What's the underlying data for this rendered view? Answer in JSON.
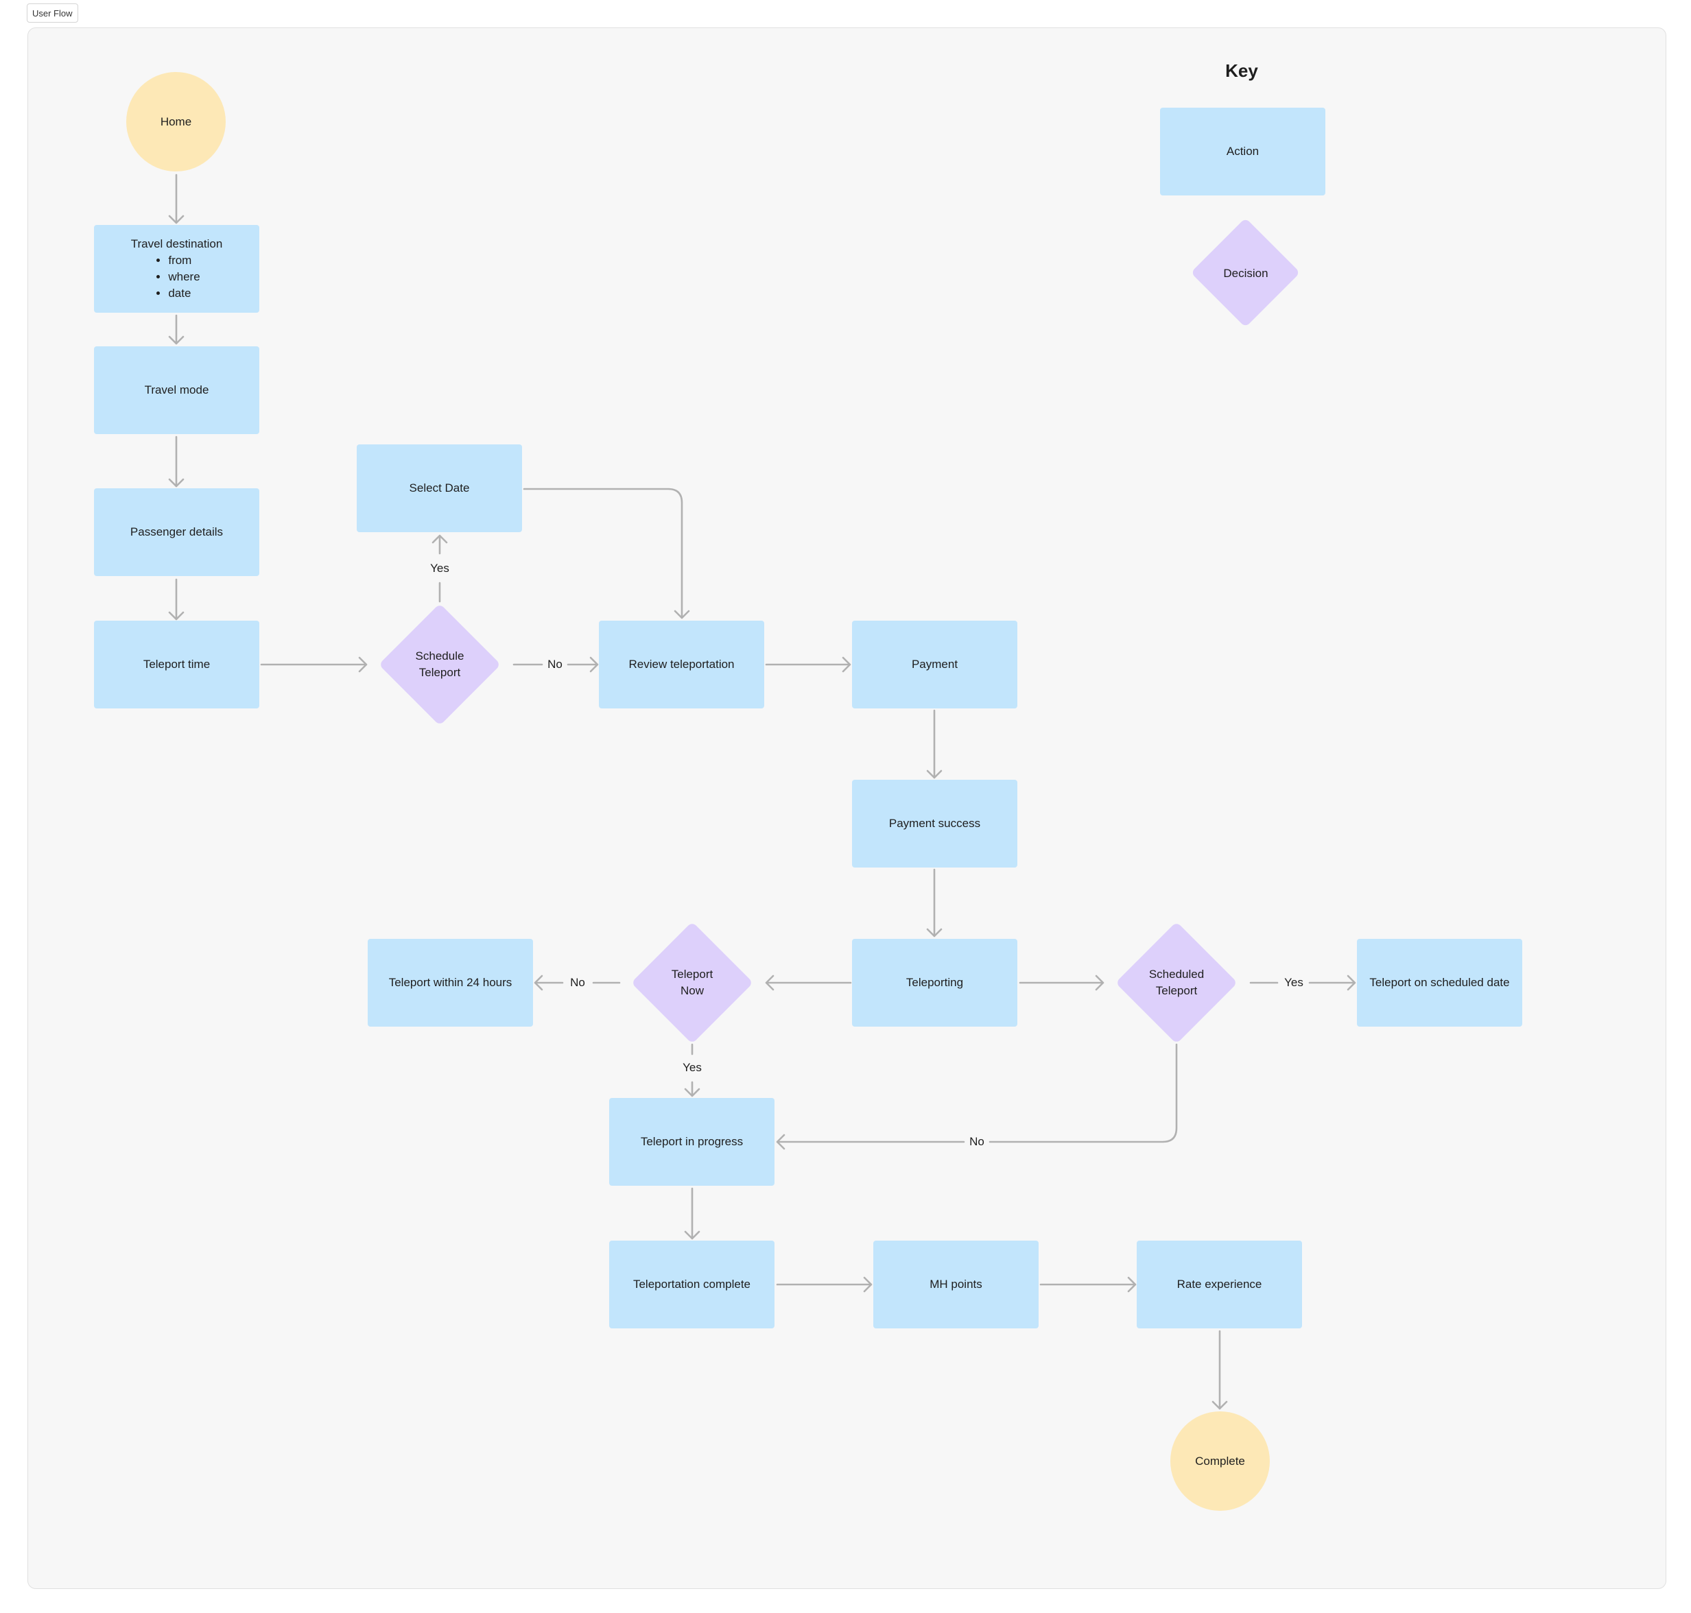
{
  "frame": {
    "label": "User Flow"
  },
  "key": {
    "title": "Key",
    "action_label": "Action",
    "decision_label": "Decision"
  },
  "colors": {
    "action": "#c2e5fc",
    "decision": "#ddd0fb",
    "terminal": "#fde8b6",
    "connector": "#b1b1b1",
    "canvas": "#f7f7f7"
  },
  "nodes": {
    "home": "Home",
    "travel_destination": {
      "title": "Travel destination",
      "items": [
        "from",
        "where",
        "date"
      ]
    },
    "travel_mode": "Travel mode",
    "passenger_details": "Passenger details",
    "teleport_time": "Teleport time",
    "schedule_teleport": "Schedule\nTeleport",
    "select_date": "Select Date",
    "review_teleportation": "Review teleportation",
    "payment": "Payment",
    "payment_success": "Payment success",
    "teleporting": "Teleporting",
    "teleport_now": "Teleport\nNow",
    "teleport_within_24": "Teleport within 24 hours",
    "scheduled_teleport": "Scheduled\nTeleport",
    "teleport_on_scheduled_date": "Teleport on scheduled date",
    "teleport_in_progress": "Teleport in progress",
    "teleportation_complete": "Teleportation complete",
    "mh_points": "MH points",
    "rate_experience": "Rate experience",
    "complete": "Complete"
  },
  "edge_labels": {
    "schedule_yes": "Yes",
    "schedule_no": "No",
    "now_no": "No",
    "now_yes": "Yes",
    "scheduled_yes": "Yes",
    "scheduled_no": "No"
  }
}
